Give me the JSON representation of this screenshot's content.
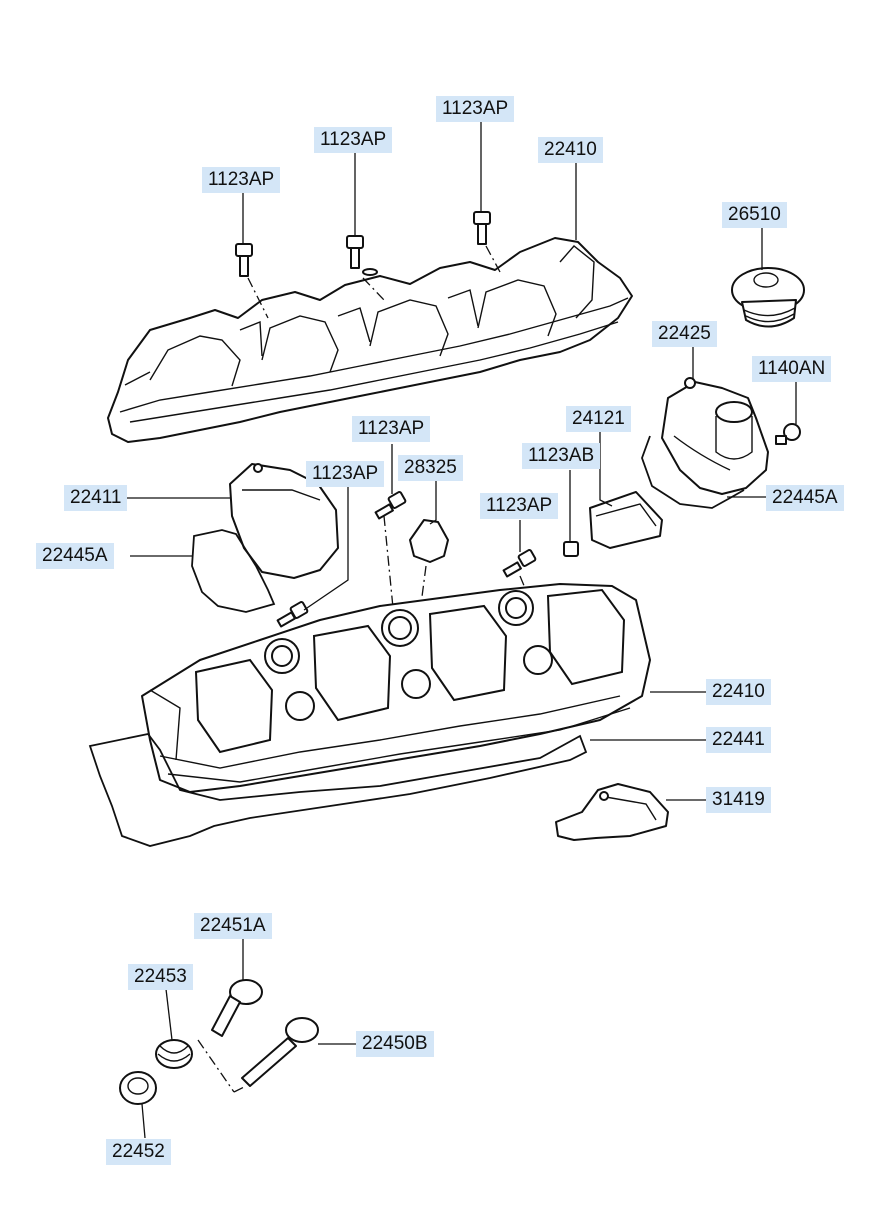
{
  "callouts": [
    {
      "id": "c1",
      "text": "1123AP"
    },
    {
      "id": "c2",
      "text": "1123AP"
    },
    {
      "id": "c3",
      "text": "1123AP"
    },
    {
      "id": "c4",
      "text": "22410"
    },
    {
      "id": "c5",
      "text": "26510"
    },
    {
      "id": "c6",
      "text": "22425"
    },
    {
      "id": "c7",
      "text": "1140AN"
    },
    {
      "id": "c8",
      "text": "24121"
    },
    {
      "id": "c9",
      "text": "1123AP"
    },
    {
      "id": "c10",
      "text": "28325"
    },
    {
      "id": "c11",
      "text": "1123AP"
    },
    {
      "id": "c12",
      "text": "1123AB"
    },
    {
      "id": "c13",
      "text": "22411"
    },
    {
      "id": "c14",
      "text": "22445A"
    },
    {
      "id": "c15",
      "text": "22445A"
    },
    {
      "id": "c16",
      "text": "1123AP"
    },
    {
      "id": "c17",
      "text": "22410"
    },
    {
      "id": "c18",
      "text": "22441"
    },
    {
      "id": "c19",
      "text": "31419"
    },
    {
      "id": "c20",
      "text": "22451A"
    },
    {
      "id": "c21",
      "text": "22453"
    },
    {
      "id": "c22",
      "text": "22450B"
    },
    {
      "id": "c23",
      "text": "22452"
    }
  ],
  "colors": {
    "label_bg": "#d4e6f7",
    "line": "#111111"
  }
}
